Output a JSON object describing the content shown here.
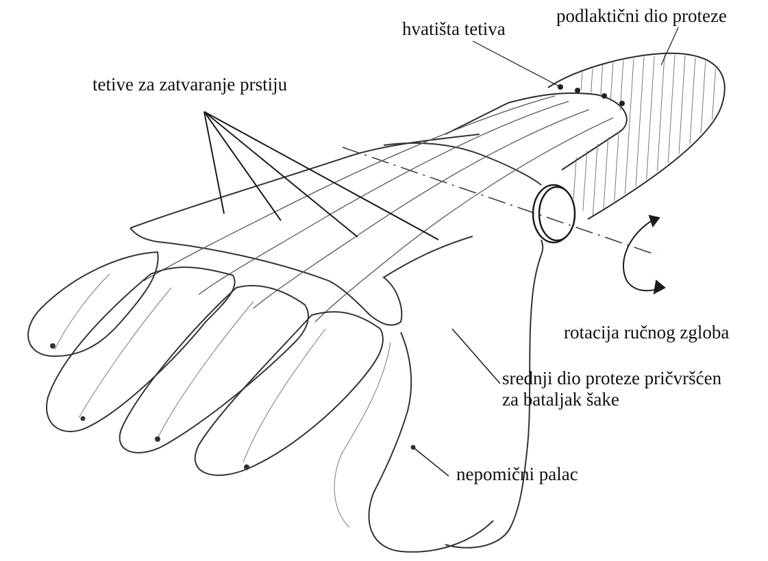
{
  "diagram": {
    "labels": {
      "tendon_attachment": "hvatišta tetiva",
      "forearm_part": "podlaktični dio proteze",
      "finger_tendons": "tetive za zatvaranje prstiju",
      "wrist_rotation": "rotacija ručnog zgloba",
      "middle_part_line1": "srednji dio proteze pričvršćen",
      "middle_part_line2": "za bataljak šake",
      "fixed_thumb": "nepomični palac"
    },
    "colors": {
      "ink": "#1a1a1a",
      "pencil": "#555555",
      "hatch": "#777777"
    }
  }
}
